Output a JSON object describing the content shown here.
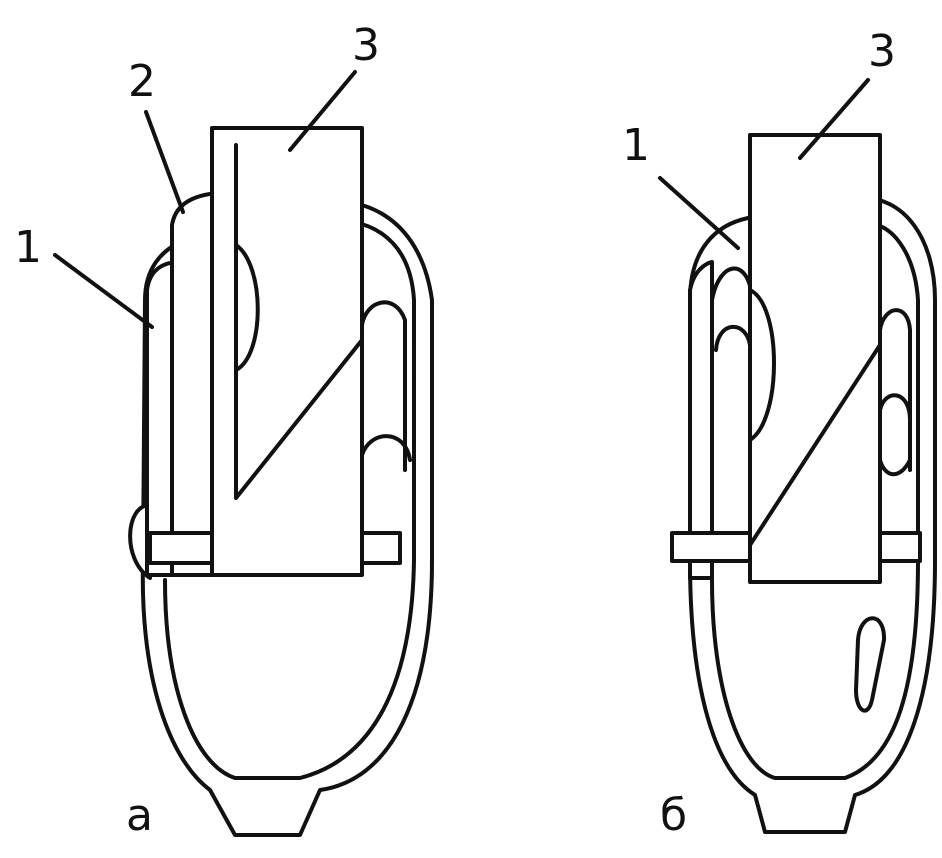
{
  "figure": {
    "left": {
      "caption": "а",
      "callouts": [
        "1",
        "2",
        "3"
      ]
    },
    "right": {
      "caption": "б",
      "callouts": [
        "1",
        "3"
      ]
    }
  },
  "colors": {
    "ink": "#111111",
    "background": "#ffffff"
  }
}
